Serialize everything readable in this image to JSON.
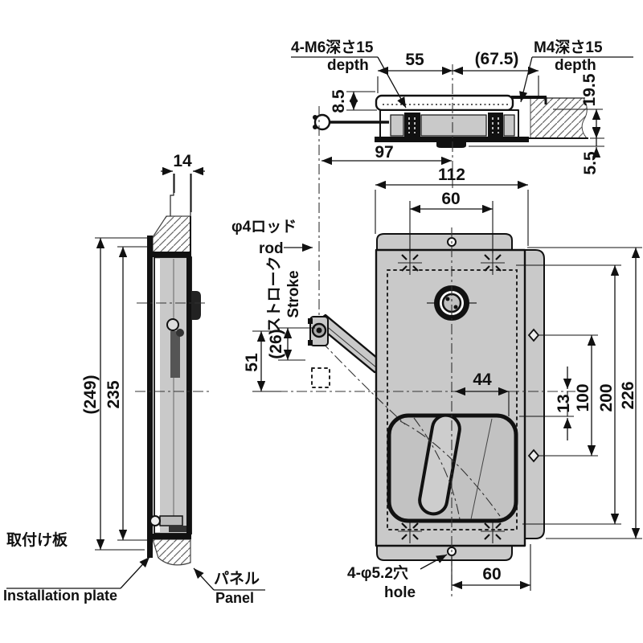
{
  "views": {
    "top_view": {
      "dims": {
        "tap_m6": "4-M6深さ15",
        "tap_m6_en": "depth",
        "d55": "55",
        "d67_5": "(67.5)",
        "tap_m4": "M4深さ15",
        "tap_m4_en": "depth",
        "d8_5": "8.5",
        "d19_5": "19.5",
        "d97": "97",
        "d5_5": "5.5",
        "d112": "112"
      }
    },
    "front_view": {
      "dims": {
        "d60_top": "60",
        "d44": "44",
        "d13": "13",
        "d100": "100",
        "d200": "200",
        "d226": "226",
        "d60_bottom": "60",
        "d26": "(26)",
        "d51": "51"
      },
      "labels": {
        "rod_jp": "φ4ロッド",
        "rod_en": "rod",
        "stroke_jp": "ストローク",
        "stroke_en": "Stroke",
        "hole_jp": "4-φ5.2穴",
        "hole_en": "hole"
      }
    },
    "left_view": {
      "dims": {
        "d14": "14",
        "d249": "(249)",
        "d235": "235"
      },
      "labels": {
        "plate_jp": "取付け板",
        "plate_en": "Installation plate",
        "panel_jp": "パネル",
        "panel_en": "Panel"
      }
    }
  }
}
